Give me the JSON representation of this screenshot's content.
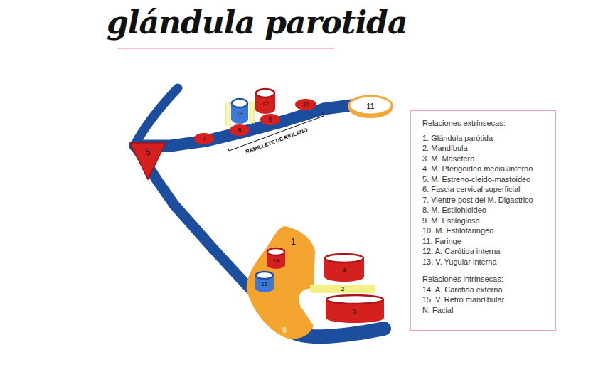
{
  "diagram": {
    "title": "glándula parotida",
    "nodes": [
      {
        "text": [
          "5"
        ]
      },
      {
        "text": [
          "7"
        ]
      },
      {
        "text": [
          "13"
        ]
      },
      {
        "text": [
          "8"
        ]
      },
      {
        "text": [
          "12"
        ]
      },
      {
        "text": [
          "9"
        ]
      },
      {
        "text": [
          "10"
        ]
      },
      {
        "text": [
          "11"
        ]
      },
      {
        "text": [
          "Relaciones extrínsecas:",
          "1. Glándula parótida",
          "2. Mandíbula",
          "3. M. Masetero",
          "4. M. Pterigoideo medial/interno",
          "5. M. Estreno-cleido-mastoideo",
          "6. Fascia cervical superficial",
          "7. Vientre post del M. Digastrico",
          "8. M. Estilohioideo",
          "9. M. Estilogloso",
          "10. M. Estilofaringeo",
          "11. Faringe",
          "12. A. Carótida interna",
          "13. V. Yugular interna",
          "Relaciones intrínsecas:",
          "14. A. Carótida externa",
          "15. V. Retro mandibular",
          "N. Facial"
        ]
      },
      {
        "text": [
          "1"
        ]
      },
      {
        "text": [
          "14"
        ],
        "in": 9
      },
      {
        "text": [
          "15"
        ],
        "in": 9
      },
      {
        "text": [
          "4"
        ]
      },
      {
        "text": [
          "2"
        ]
      },
      {
        "text": [
          "3"
        ]
      },
      {
        "text": [
          "6"
        ]
      }
    ],
    "edges": [],
    "labels": [
      "RAMILLETE DE RIOLANO"
    ]
  }
}
